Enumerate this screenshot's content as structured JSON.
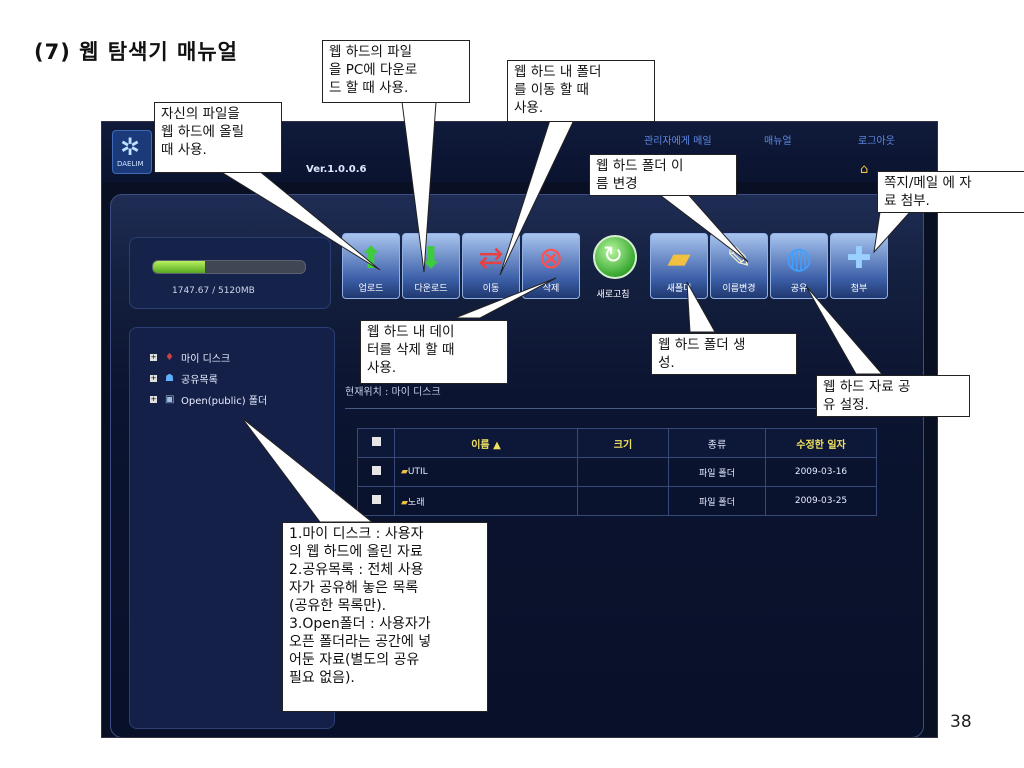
{
  "slide_title": "(7) 웹  탐색기 매뉴얼",
  "page_number": "38",
  "app": {
    "logo_text": "DAELIM",
    "version": "Ver.1.0.0.6",
    "top_links": [
      "관리자에게 메일",
      "매뉴얼",
      "로그아웃"
    ],
    "quota": {
      "text": "1747.67 / 5120MB",
      "used_fraction": 0.34
    },
    "toolbar": [
      {
        "label": "업로드",
        "icon": "upload-arrow-icon"
      },
      {
        "label": "다운로드",
        "icon": "download-arrow-icon"
      },
      {
        "label": "이동",
        "icon": "move-arrows-icon"
      },
      {
        "label": "삭제",
        "icon": "delete-x-icon"
      },
      {
        "label": "새로고침",
        "icon": "refresh-icon"
      },
      {
        "label": "새폴더",
        "icon": "new-folder-icon"
      },
      {
        "label": "이름변경",
        "icon": "rename-icon"
      },
      {
        "label": "공유",
        "icon": "share-globe-icon"
      },
      {
        "label": "첨부",
        "icon": "attach-icon"
      }
    ],
    "tree": [
      {
        "label": "마이 디스크",
        "icon": "disk-icon"
      },
      {
        "label": "공유목록",
        "icon": "share-list-icon"
      },
      {
        "label": "Open(public) 폴더",
        "icon": "open-folder-icon"
      }
    ],
    "breadcrumb": "현재위치 : 마이 디스크",
    "table": {
      "headers": [
        "이름 ▲",
        "크기",
        "종류",
        "수정한 일자"
      ],
      "rows": [
        {
          "name": "UTIL",
          "size": "",
          "type": "파일 폴더",
          "date": "2009-03-16"
        },
        {
          "name": "노래",
          "size": "",
          "type": "파일 폴더",
          "date": "2009-03-25"
        }
      ]
    }
  },
  "callouts": {
    "upload": "자신의 파일을\n웹 하드에 올릴\n때 사용.",
    "download": "웹 하드의 파일\n을 PC에 다운로\n드 할 때 사용.",
    "move": "웹 하드 내  폴더\n를 이동 할  때\n사용.",
    "rename": "웹 하드 폴더 이\n름 변경",
    "attach": "쪽지/메일 에 자\n료 첨부.",
    "delete": "웹 하드 내 데이\n터를 삭제 할 때\n사용.",
    "new_folder": "웹 하드 폴더 생\n성.",
    "share": "웹 하드 자료 공\n유 설정.",
    "tree": "1.마이 디스크 : 사용자\n의 웹 하드에 올린 자료\n2.공유목록 : 전체 사용\n자가 공유해 놓은 목록\n(공유한 목록만).\n3.Open폴더 : 사용자가\n오픈 폴더라는 공간에 넣\n어둔 자료(별도의 공유\n필요 없음)."
  }
}
